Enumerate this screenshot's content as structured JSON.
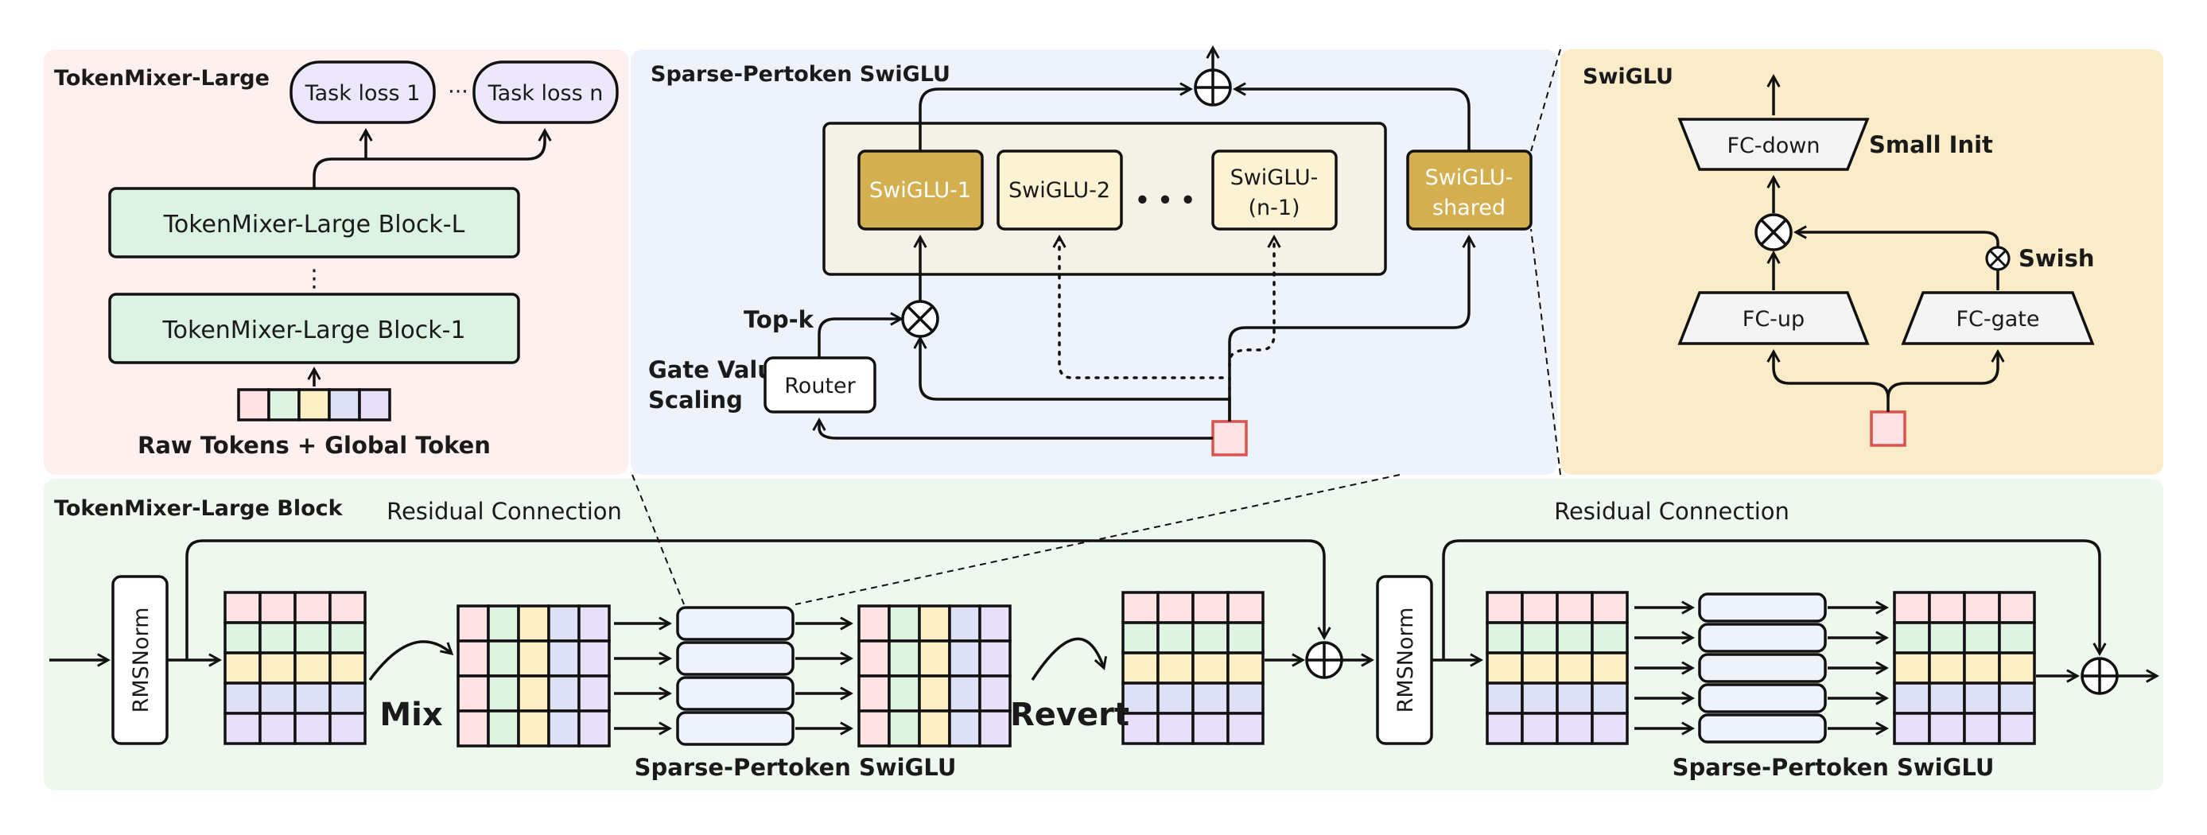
{
  "colors": {
    "panel_pink": "#fdf0ef",
    "panel_blue": "#eef2fb",
    "panel_yellow": "#faecc9",
    "panel_green": "#eef8ee",
    "block_green": "#dcf3e3",
    "task_purple": "#ece7fb",
    "swiglu_gold": "#d4af4f",
    "swiglu_cream": "#fcf2d4",
    "grid_pink": "#fde3e3",
    "grid_green": "#dff3e3",
    "grid_yellow": "#fdf0c6",
    "grid_blue": "#dee1f6",
    "grid_purple": "#e8e0f8",
    "token_red": "#d9534f"
  },
  "tokenmixer_large": {
    "title": "TokenMixer-Large",
    "task_loss_1": "Task loss 1",
    "task_loss_n": "Task loss n",
    "ellipsis": "···",
    "block_l": "TokenMixer-Large Block-L",
    "block_1": "TokenMixer-Large Block-1",
    "vdots": "⋮",
    "raw_tokens": "Raw Tokens + Global Token"
  },
  "sparse_pertoken": {
    "title": "Sparse-Pertoken SwiGLU",
    "expert_1": "SwiGLU-1",
    "expert_2": "SwiGLU-2",
    "dots": "• • •",
    "expert_n1_line1": "SwiGLU-",
    "expert_n1_line2": "(n-1)",
    "shared_line1": "SwiGLU-",
    "shared_line2": "shared",
    "top_k": "Top-k",
    "gate_line1": "Gate Value",
    "gate_line2": "Scaling",
    "router": "Router"
  },
  "swiglu": {
    "title": "SwiGLU",
    "fc_down": "FC-down",
    "small_init": "Small Init",
    "swish": "Swish",
    "fc_up": "FC-up",
    "fc_gate": "FC-gate"
  },
  "block": {
    "title": "TokenMixer-Large Block",
    "residual_1": "Residual Connection",
    "residual_2": "Residual Connection",
    "rmsnorm_1": "RMSNorm",
    "rmsnorm_2": "RMSNorm",
    "mix": "Mix",
    "revert": "Revert",
    "sparse_label_1": "Sparse-Pertoken SwiGLU",
    "sparse_label_2": "Sparse-Pertoken SwiGLU"
  }
}
